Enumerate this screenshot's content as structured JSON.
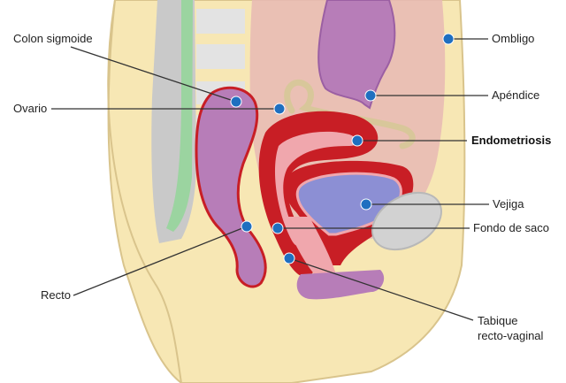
{
  "labels": {
    "colon_sigmoide": "Colon sigmoide",
    "ovario": "Ovario",
    "recto": "Recto",
    "ombligo": "Ombligo",
    "apendice": "Apéndice",
    "endometriosis": "Endometriosis",
    "vejiga": "Vejiga",
    "fondo_de_saco": "Fondo de saco",
    "tabique_line1": "Tabique",
    "tabique_line2": "recto-vaginal"
  },
  "colors": {
    "skin": "#f7e7b4",
    "skin_edge": "#d9c48c",
    "abdomen": "#e8b8b4",
    "intestine_purple": "#b77db8",
    "intestine_dark": "#9b5fa3",
    "endometriosis_red": "#c81e25",
    "uterus_pink": "#f0a7ad",
    "bladder_blue": "#8c8fd4",
    "spine_gray": "#c9c9c9",
    "spine_green": "#9bd4a0",
    "marker_blue": "#1f6fc0",
    "leader_line": "#333333"
  }
}
